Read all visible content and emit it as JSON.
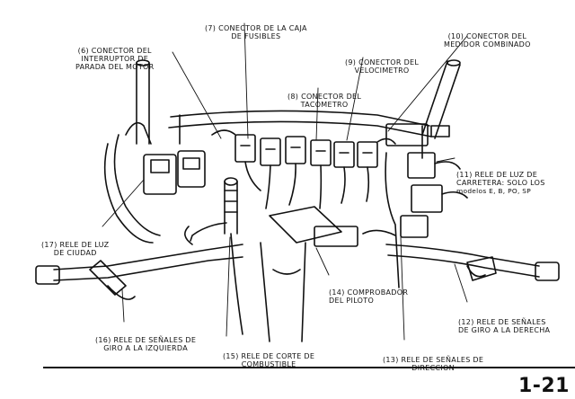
{
  "labels": {
    "l7": {
      "line1": "(7) CONECTOR DE LA CAJA",
      "line2": "DE FUSIBLES"
    },
    "l10": {
      "line1": "(10) CONECTOR DEL",
      "line2": "MEDIDOR COMBINADO"
    },
    "l6": {
      "line1": "(6) CONECTOR DEL",
      "line2": "INTERRUPTOR DE",
      "line3": "PARADA DEL MOTOR"
    },
    "l9": {
      "line1": "(9) CONECTOR DEL",
      "line2": "VELOCIMETRO"
    },
    "l8": {
      "line1": "(8) CONECTOR DEL",
      "line2": "TACOMETRO"
    },
    "l11": {
      "line1": "(11) RELE DE LUZ DE",
      "line2": "CARRETERA: solo los",
      "line3": "modelos E, B, PO, SP"
    },
    "l17": {
      "line1": "(17) RELE DE LUZ",
      "line2": "DE CIUDAD"
    },
    "l14": {
      "line1": "(14) COMPROBADOR",
      "line2": "DEL PILOTO"
    },
    "l12": {
      "line1": "(12) RELE DE SEÑALES",
      "line2": "DE GIRO A LA DERECHA"
    },
    "l16": {
      "line1": "(16) RELE DE SEÑALES DE",
      "line2": "GIRO A LA IZQUIERDA"
    },
    "l15": {
      "line1": "(15) RELE DE CORTE DE",
      "line2": "COMBUSTIBLE"
    },
    "l13": {
      "line1": "(13) RELE DE SEÑALES DE",
      "line2": "DIRECCION"
    }
  },
  "page_number": "1-21"
}
